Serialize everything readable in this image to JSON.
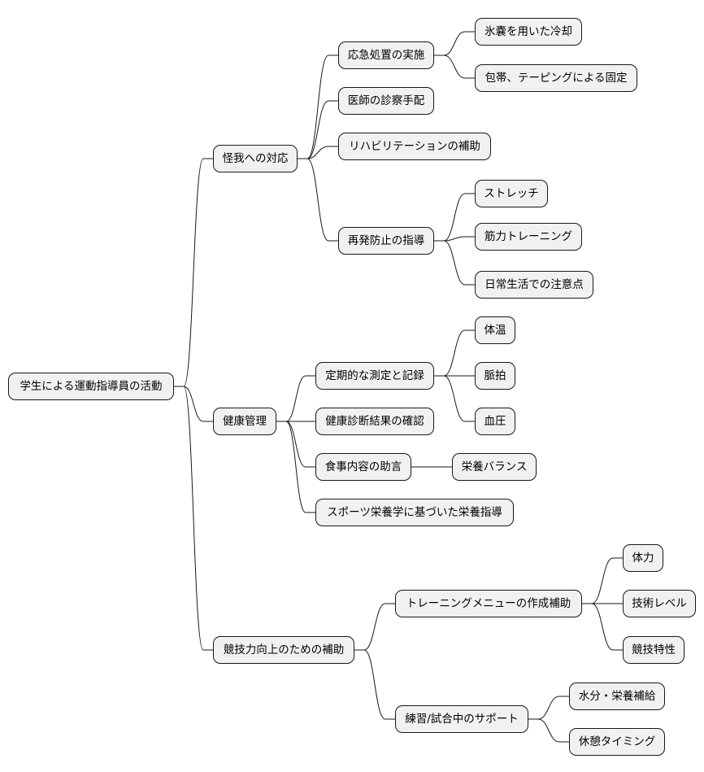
{
  "colors": {
    "node_fill": "#f1f1f1",
    "node_border": "#181818",
    "edge": "#181818",
    "background": "#ffffff"
  },
  "mindmap": {
    "root": {
      "label": "学生による運動指導員の活動"
    },
    "n_injury": {
      "label": "怪我への対応"
    },
    "n_firstaid": {
      "label": "応急処置の実施"
    },
    "n_ice": {
      "label": "氷嚢を用いた冷却"
    },
    "n_bandage": {
      "label": "包帯、テーピングによる固定"
    },
    "n_doctor": {
      "label": "医師の診察手配"
    },
    "n_rehab": {
      "label": "リハビリテーションの補助"
    },
    "n_prevent": {
      "label": "再発防止の指導"
    },
    "n_stretch": {
      "label": "ストレッチ"
    },
    "n_muscle": {
      "label": "筋力トレーニング"
    },
    "n_daily": {
      "label": "日常生活での注意点"
    },
    "n_health": {
      "label": "健康管理"
    },
    "n_measure": {
      "label": "定期的な測定と記録"
    },
    "n_temp": {
      "label": "体温"
    },
    "n_pulse": {
      "label": "脈拍"
    },
    "n_bp": {
      "label": "血圧"
    },
    "n_checkup": {
      "label": "健康診断結果の確認"
    },
    "n_diet": {
      "label": "食事内容の助言"
    },
    "n_balance": {
      "label": "栄養バランス"
    },
    "n_nutrition": {
      "label": "スポーツ栄養学に基づいた栄養指導"
    },
    "n_skill": {
      "label": "競技力向上のための補助"
    },
    "n_menu": {
      "label": "トレーニングメニューの作成補助"
    },
    "n_strength": {
      "label": "体力"
    },
    "n_level": {
      "label": "技術レベル"
    },
    "n_trait": {
      "label": "競技特性"
    },
    "n_support": {
      "label": "練習/試合中のサポート"
    },
    "n_hydration": {
      "label": "水分・栄養補給"
    },
    "n_rest": {
      "label": "休憩タイミング"
    }
  }
}
